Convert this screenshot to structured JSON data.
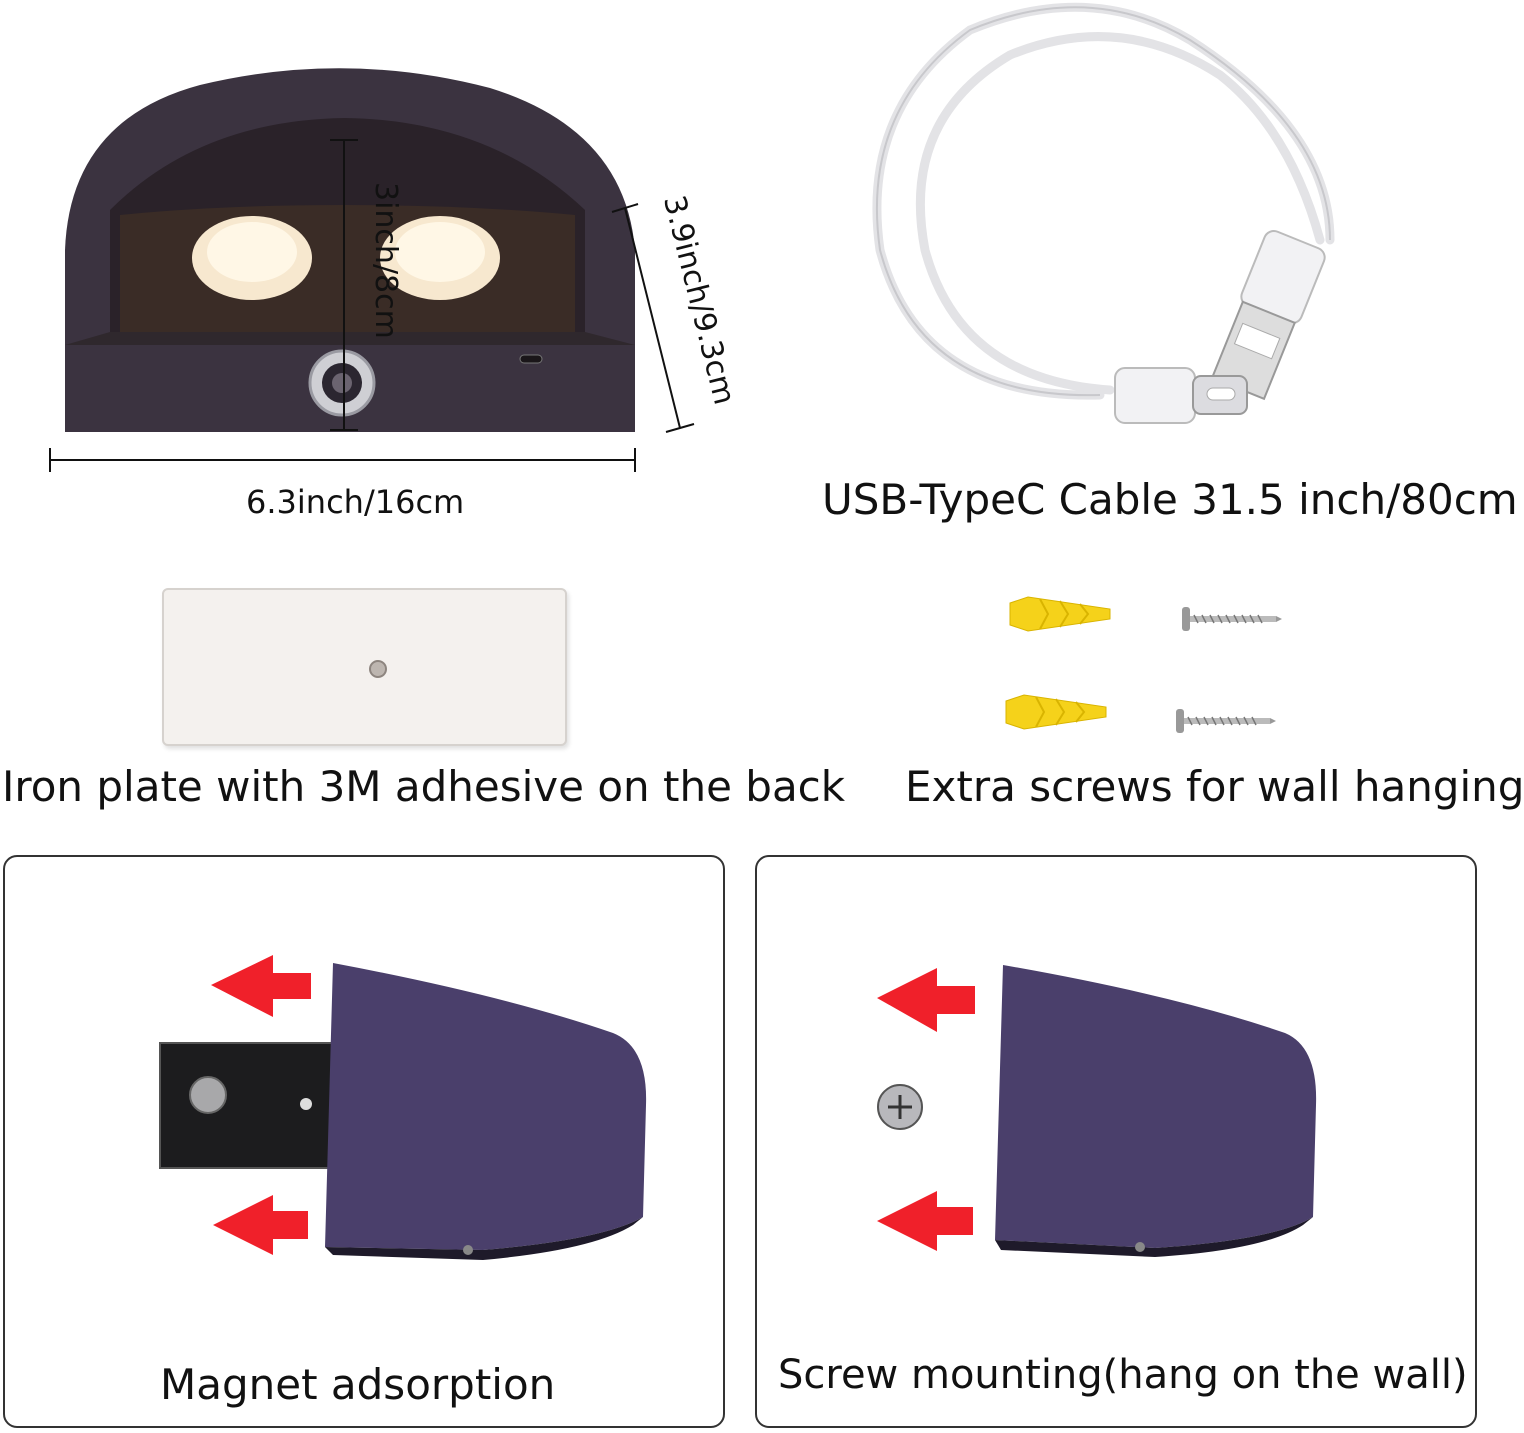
{
  "lamp": {
    "width_label": "6.3inch/16cm",
    "height_label": "3inch/8cm",
    "depth_label": "3.9inch/9.3cm"
  },
  "cable": {
    "caption": "USB-TypeC Cable 31.5 inch/80cm"
  },
  "plate": {
    "caption": "Iron plate with 3M adhesive on the back"
  },
  "screws": {
    "caption": "Extra screws for wall hanging"
  },
  "magnet_panel": {
    "caption": "Magnet adsorption"
  },
  "screw_panel": {
    "caption": "Screw mounting(hang on the wall)"
  },
  "colors": {
    "lamp_body": "#3b3340",
    "lamp_body_side": "#4a3f6b",
    "arrow_red": "#f0202a",
    "anchor_yellow": "#f5d21a",
    "plate_bg": "#f4f1ee"
  }
}
